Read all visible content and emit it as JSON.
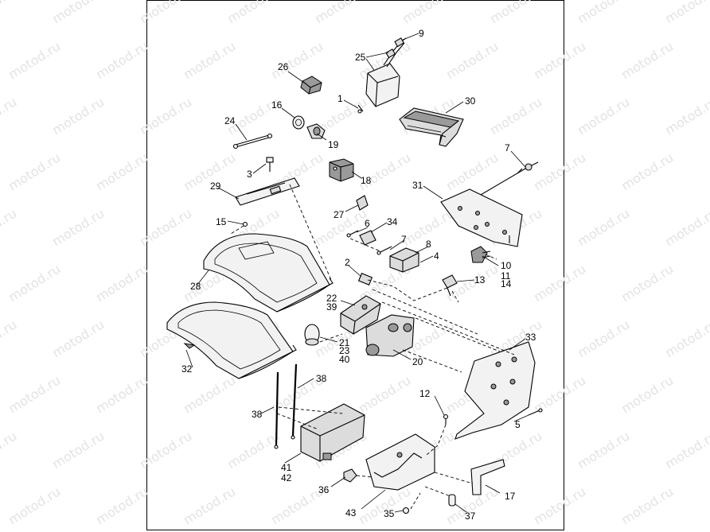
{
  "watermark": "motod.ru",
  "callouts": [
    "1",
    "2",
    "3",
    "4",
    "5",
    "6",
    "7",
    "7",
    "8",
    "9",
    "10",
    "11",
    "12",
    "13",
    "14",
    "15",
    "16",
    "17",
    "18",
    "19",
    "20",
    "21",
    "22",
    "23",
    "24",
    "25",
    "26",
    "27",
    "28",
    "29",
    "30",
    "31",
    "32",
    "33",
    "34",
    "35",
    "36",
    "37",
    "38",
    "38",
    "39",
    "40",
    "41",
    "42",
    "43"
  ]
}
